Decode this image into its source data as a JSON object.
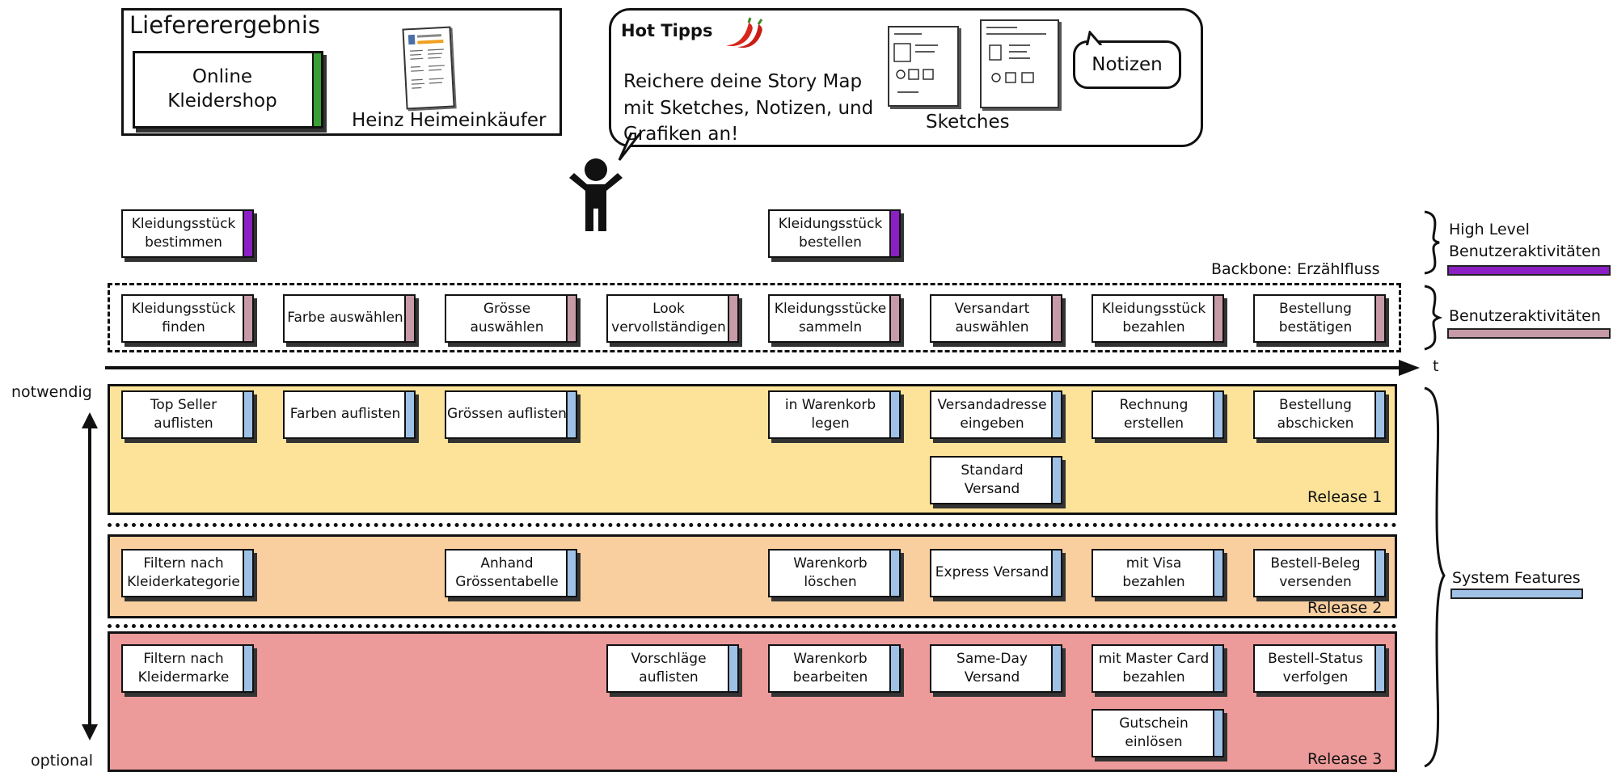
{
  "header": {
    "deliverable_title": "Liefererergebnis",
    "product": "Online Kleidershop",
    "persona": "Heinz Heimeinkäufer"
  },
  "tips": {
    "title": "Hot Tipps",
    "text": "Reichere deine Story Map mit Sketches, Notizen, und Grafiken an!",
    "sketches_label": "Sketches",
    "notes_label": "Notizen"
  },
  "colors": {
    "product_stripe": "#38a035",
    "high_level": "#8b1fc4",
    "activity": "#c69aa6",
    "feature": "#9fc1e6",
    "release1": "#fde399",
    "release2": "#f9cfa0",
    "release3": "#ec9b9a"
  },
  "high_level_activities": [
    "Kleidungsstück bestimmen",
    "Kleidungsstück bestellen"
  ],
  "backbone_label": "Backbone: Erzählfluss",
  "activities": [
    "Kleidungsstück finden",
    "Farbe auswählen",
    "Grösse auswählen",
    "Look vervollständigen",
    "Kleidungsstücke sammeln",
    "Versandart auswählen",
    "Kleidungsstück bezahlen",
    "Bestellung bestätigen"
  ],
  "releases": [
    {
      "label": "Release 1",
      "features": [
        "Top Seller auflisten",
        "Farben auflisten",
        "Grössen auflisten",
        "in Warenkorb legen",
        "Versandadresse eingeben",
        "Standard Versand",
        "Rechnung erstellen",
        "Bestellung abschicken"
      ]
    },
    {
      "label": "Release 2",
      "features": [
        "Filtern nach Kleiderkategorie",
        "Anhand Grössentabelle",
        "Warenkorb löschen",
        "Express Versand",
        "mit Visa bezahlen",
        "Bestell-Beleg versenden"
      ]
    },
    {
      "label": "Release 3",
      "features": [
        "Filtern nach Kleidermarke",
        "Vorschläge auflisten",
        "Warenkorb bearbeiten",
        "Same-Day Versand",
        "mit Master Card bezahlen",
        "Gutschein einlösen",
        "Bestell-Status verfolgen"
      ]
    }
  ],
  "axis": {
    "time": "t",
    "top": "notwendig",
    "bottom": "optional"
  },
  "legend": {
    "high_level": "High Level Benutzeraktivitäten",
    "activities": "Benutzeraktivitäten",
    "features": "System Features"
  }
}
